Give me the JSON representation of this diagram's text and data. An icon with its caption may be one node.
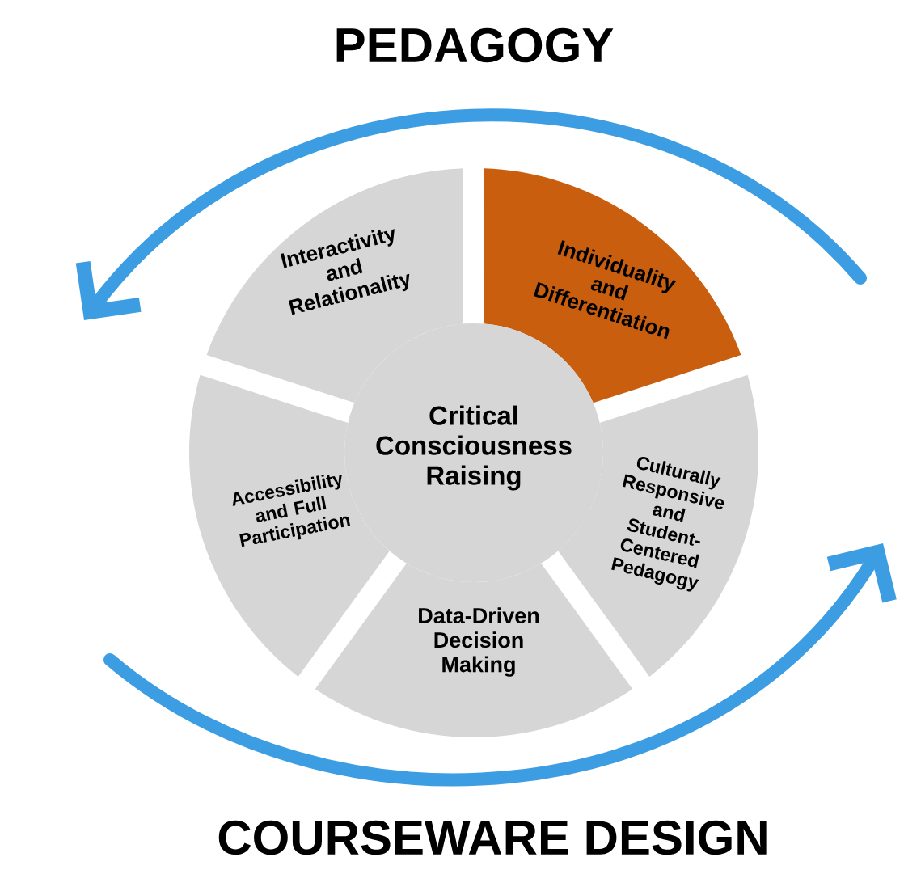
{
  "diagram": {
    "nodes": [
      {
        "text": [
          "Interactivity and Relationality"
        ]
      },
      {
        "text": [
          "Individuality and Differentiation"
        ]
      },
      {
        "text": [
          "Critical Consciousness Raising"
        ]
      },
      {
        "text": [
          "Culturally Responsive and Student-Centered Pedagogy"
        ]
      },
      {
        "text": [
          "Accessibility and Full Participation"
        ]
      },
      {
        "text": [
          "Data-Driven Decision Making"
        ]
      }
    ],
    "labels": [
      "PEDAGOGY",
      "COURSEWARE DESIGN"
    ]
  }
}
